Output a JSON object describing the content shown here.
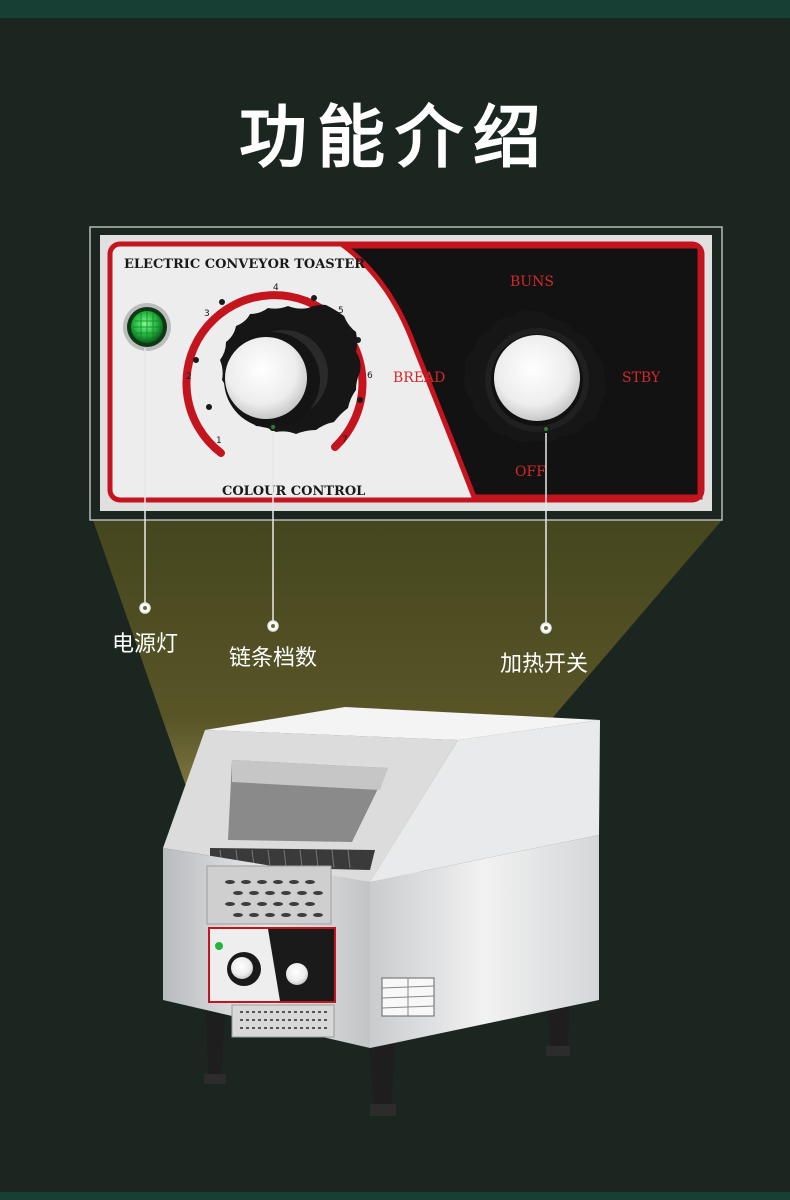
{
  "title": "功能介绍",
  "panel": {
    "brand": "ELECTRIC CONVEYOR TOASTER",
    "colour_label": "COLOUR CONTROL",
    "dial_numbers": [
      "1",
      "2",
      "3",
      "4",
      "5",
      "6",
      "7"
    ],
    "switch_labels": {
      "top": "BUNS",
      "left": "BREAD",
      "right": "STBY",
      "bottom": "OFF"
    }
  },
  "callouts": {
    "power_light": "电源灯",
    "chain_speed": "链条档数",
    "heat_switch": "加热开关"
  },
  "colors": {
    "background": "#1b2620",
    "band": "#173f33",
    "panel_red": "#c4141e",
    "indicator_green": "#22b43c",
    "beam": "#ebd58c"
  }
}
